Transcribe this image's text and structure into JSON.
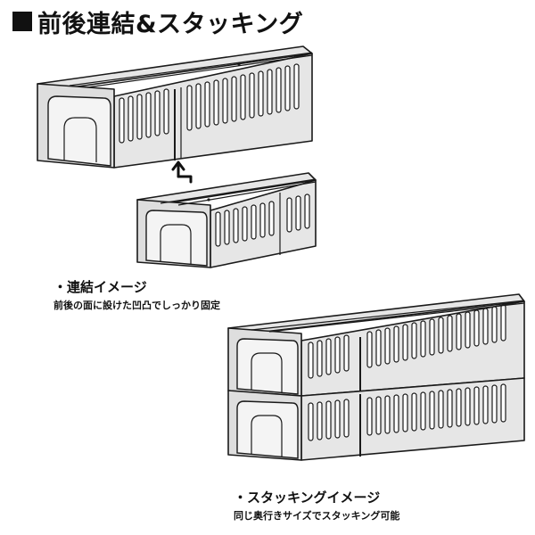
{
  "heading": {
    "title": "前後連結&スタッキング"
  },
  "captions": {
    "connect": {
      "title": "・連結イメージ",
      "subtitle": "前後の面に設けた凹凸でしっかり固定"
    },
    "stack": {
      "title": "・スタッキングイメージ",
      "subtitle": "同じ奥行きサイズでスタッキング可能"
    }
  },
  "icons": {
    "heading_marker": "black-square-icon",
    "connect_arrow": "up-arrow-icon"
  }
}
